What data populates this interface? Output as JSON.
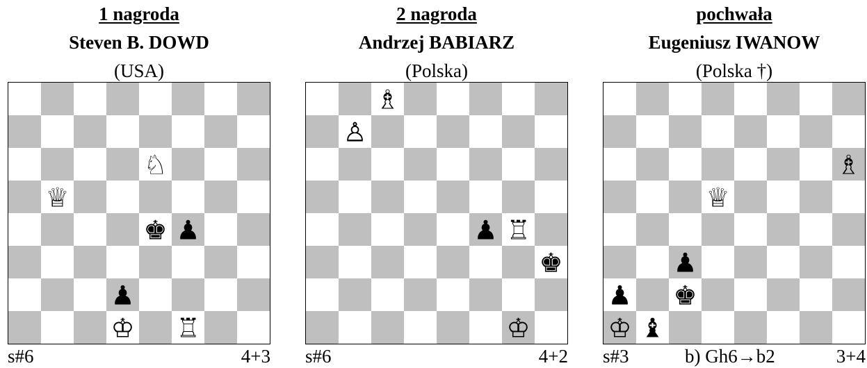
{
  "problems": [
    {
      "award": "1 nagroda",
      "author": "Steven B. DOWD",
      "country": "(USA)",
      "stipulation": "s#6",
      "twin": "",
      "piece_count": "4+3",
      "pieces": [
        {
          "square": "e6",
          "color": "white",
          "type": "knight"
        },
        {
          "square": "b5",
          "color": "white",
          "type": "queen"
        },
        {
          "square": "e4",
          "color": "black",
          "type": "king"
        },
        {
          "square": "f4",
          "color": "black",
          "type": "pawn"
        },
        {
          "square": "d2",
          "color": "black",
          "type": "pawn"
        },
        {
          "square": "d1",
          "color": "white",
          "type": "king"
        },
        {
          "square": "f1",
          "color": "white",
          "type": "rook"
        }
      ]
    },
    {
      "award": "2 nagroda",
      "author": "Andrzej BABIARZ",
      "country": "(Polska)",
      "stipulation": "s#6",
      "twin": "",
      "piece_count": "4+2",
      "pieces": [
        {
          "square": "c8",
          "color": "white",
          "type": "bishop"
        },
        {
          "square": "b7",
          "color": "white",
          "type": "pawn"
        },
        {
          "square": "f4",
          "color": "black",
          "type": "pawn"
        },
        {
          "square": "g4",
          "color": "white",
          "type": "rook"
        },
        {
          "square": "h3",
          "color": "black",
          "type": "king"
        },
        {
          "square": "g1",
          "color": "white",
          "type": "king"
        }
      ]
    },
    {
      "award": "pochwała",
      "author": "Eugeniusz IWANOW",
      "country": "(Polska †)",
      "stipulation": "s#3",
      "twin": "b) Gh6→b2",
      "piece_count": "3+4",
      "pieces": [
        {
          "square": "h6",
          "color": "white",
          "type": "bishop"
        },
        {
          "square": "d5",
          "color": "white",
          "type": "queen"
        },
        {
          "square": "c3",
          "color": "black",
          "type": "pawn"
        },
        {
          "square": "a2",
          "color": "black",
          "type": "pawn"
        },
        {
          "square": "c2",
          "color": "black",
          "type": "king"
        },
        {
          "square": "a1",
          "color": "white",
          "type": "king"
        },
        {
          "square": "b1",
          "color": "black",
          "type": "bishop"
        }
      ]
    }
  ],
  "colors": {
    "light_square": "#ffffff",
    "dark_square": "#bfbfbf",
    "border": "#000000"
  },
  "glyphs": {
    "white": {
      "king": "♔",
      "queen": "♕",
      "rook": "♖",
      "bishop": "♗",
      "knight": "♘",
      "pawn": "♙"
    },
    "black": {
      "king": "♚",
      "queen": "♛",
      "rook": "♜",
      "bishop": "♝",
      "knight": "♞",
      "pawn": "♟"
    }
  }
}
